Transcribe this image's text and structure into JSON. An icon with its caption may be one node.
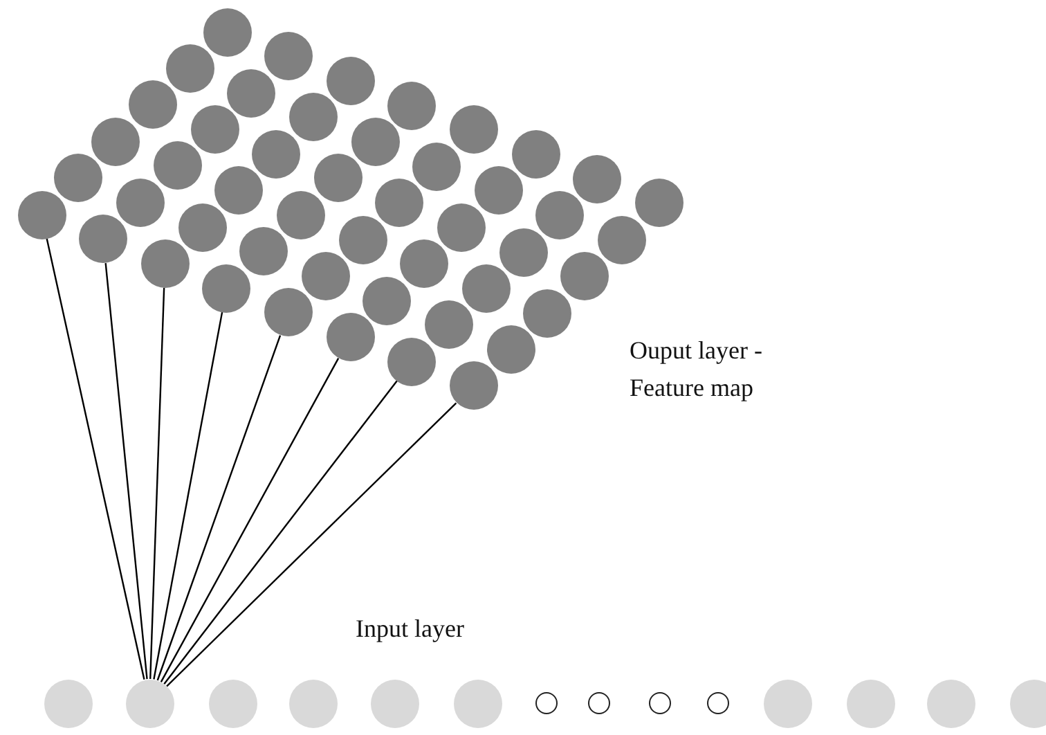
{
  "diagram": {
    "nodes": [
      {
        "text": [],
        "shape": "circle"
      },
      {
        "text": [],
        "shape": "circle"
      },
      {
        "text": [],
        "shape": "circle"
      },
      {
        "text": [],
        "shape": "circle"
      },
      {
        "text": [],
        "shape": "circle"
      },
      {
        "text": [],
        "shape": "circle"
      },
      {
        "text": [],
        "shape": "circle"
      },
      {
        "text": [],
        "shape": "circle"
      },
      {
        "text": [],
        "shape": "circle"
      },
      {
        "text": [],
        "shape": "circle"
      },
      {
        "text": [],
        "shape": "circle"
      },
      {
        "text": [],
        "shape": "circle"
      },
      {
        "text": [],
        "shape": "circle"
      },
      {
        "text": [],
        "shape": "circle"
      },
      {
        "text": [],
        "shape": "circle"
      },
      {
        "text": [],
        "shape": "circle"
      },
      {
        "text": [],
        "shape": "circle"
      },
      {
        "text": [],
        "shape": "circle"
      },
      {
        "text": [],
        "shape": "circle"
      },
      {
        "text": [],
        "shape": "circle"
      },
      {
        "text": [],
        "shape": "circle"
      },
      {
        "text": [],
        "shape": "circle"
      },
      {
        "text": [],
        "shape": "circle"
      },
      {
        "text": [],
        "shape": "circle"
      },
      {
        "text": [],
        "shape": "circle"
      },
      {
        "text": [],
        "shape": "circle"
      },
      {
        "text": [],
        "shape": "circle"
      },
      {
        "text": [],
        "shape": "circle"
      },
      {
        "text": [],
        "shape": "circle"
      },
      {
        "text": [],
        "shape": "circle"
      },
      {
        "text": [],
        "shape": "circle"
      },
      {
        "text": [],
        "shape": "circle"
      },
      {
        "text": [],
        "shape": "circle"
      },
      {
        "text": [],
        "shape": "circle"
      },
      {
        "text": [],
        "shape": "circle"
      },
      {
        "text": [],
        "shape": "circle"
      },
      {
        "text": [],
        "shape": "circle"
      },
      {
        "text": [],
        "shape": "circle"
      },
      {
        "text": [],
        "shape": "circle"
      },
      {
        "text": [],
        "shape": "circle"
      },
      {
        "text": [],
        "shape": "circle"
      },
      {
        "text": [],
        "shape": "circle"
      },
      {
        "text": [],
        "shape": "circle"
      },
      {
        "text": [],
        "shape": "circle"
      },
      {
        "text": [],
        "shape": "circle"
      },
      {
        "text": [],
        "shape": "circle"
      },
      {
        "text": [],
        "shape": "circle"
      },
      {
        "text": [],
        "shape": "circle"
      },
      {
        "text": [],
        "shape": "circle"
      },
      {
        "text": [],
        "shape": "circle"
      },
      {
        "text": [],
        "shape": "circle"
      },
      {
        "text": [],
        "shape": "circle"
      },
      {
        "text": [],
        "shape": "circle"
      },
      {
        "text": [],
        "shape": "circle"
      },
      {
        "text": [],
        "shape": "circle"
      },
      {
        "text": [],
        "shape": "circle"
      },
      {
        "text": [],
        "shape": "circle"
      },
      {
        "text": [],
        "shape": "circle"
      },
      {
        "text": [],
        "shape": "circle"
      },
      {
        "text": [],
        "shape": "circle"
      },
      {
        "text": [],
        "shape": "circle"
      },
      {
        "text": [],
        "shape": "circle"
      }
    ],
    "edges": [
      {
        "from": 49,
        "to": 40,
        "arrow": "none"
      },
      {
        "from": 49,
        "to": 41,
        "arrow": "none"
      },
      {
        "from": 49,
        "to": 42,
        "arrow": "none"
      },
      {
        "from": 49,
        "to": 43,
        "arrow": "none"
      },
      {
        "from": 49,
        "to": 44,
        "arrow": "none"
      },
      {
        "from": 49,
        "to": 45,
        "arrow": "none"
      },
      {
        "from": 49,
        "to": 46,
        "arrow": "none"
      },
      {
        "from": 49,
        "to": 47,
        "arrow": "none"
      }
    ],
    "labels": [
      "Ouput layer - Feature map",
      "Input layer"
    ]
  }
}
